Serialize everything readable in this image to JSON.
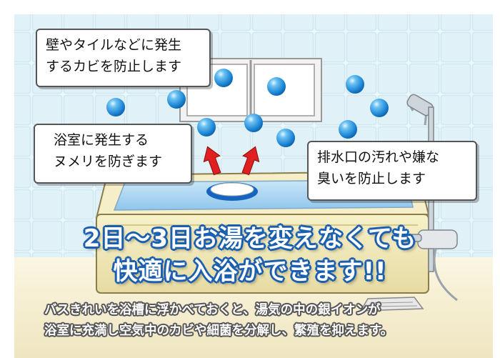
{
  "callouts": {
    "wall": {
      "line1": "壁やタイルなどに発生",
      "line2": "するカビを防止します"
    },
    "slime": {
      "line1": "浴室に発生する",
      "line2": "ヌメリを防ぎます"
    },
    "drain": {
      "line1": "排水口の汚れや嫌な",
      "line2": "臭いを防止します"
    }
  },
  "headline": {
    "line1": "2日～3日お湯を変えなくても",
    "line2": "快適に入浴ができます!!"
  },
  "description": {
    "line1": "バスきれいを浴槽に浮かべておくと、湯気の中の銀イオンが",
    "line2": "浴室に充満し空気中のカビや細菌を分解し、繁殖を抑えます。"
  },
  "colors": {
    "tile": "#dff0f7",
    "tile_grout": "#b9dcea",
    "bubble": "#1e88d6",
    "arrow": "#e02020",
    "headline_outline": "#1b5fb0",
    "tub": "#f3ecc2"
  }
}
